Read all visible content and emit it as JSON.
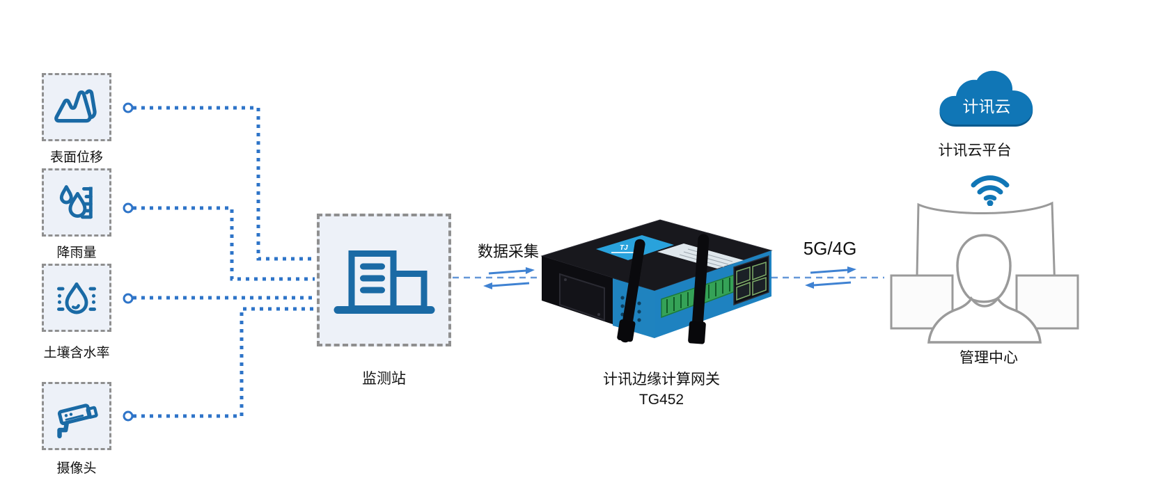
{
  "colors": {
    "icon_blue": "#1a6aa5",
    "connector_blue": "#2e74c8",
    "link_dash_blue": "#6497d8",
    "link_arrow_blue": "#3f82d2",
    "cloud_blue": "#1076b6",
    "outline_gray": "#9a9a9a",
    "card_fill": "#edf1f8",
    "card_border": "#8f8f8f",
    "text": "#111111"
  },
  "sensors": [
    {
      "label": "表面位移",
      "icon": "mountain-icon"
    },
    {
      "label": "降雨量",
      "icon": "raindrops-gauge-icon"
    },
    {
      "label": "土壤含水率",
      "icon": "soil-moisture-icon"
    },
    {
      "label": "摄像头",
      "icon": "cctv-camera-icon"
    }
  ],
  "station": {
    "label": "监测站",
    "icon": "building-icon"
  },
  "link_collect": {
    "label": "数据采集"
  },
  "gateway": {
    "title": "计讯边缘计算网关",
    "model": "TG452",
    "icon": "edge-gateway-device"
  },
  "link_wan": {
    "label": "5G/4G"
  },
  "cloud": {
    "badge": "计讯云",
    "platform": "计讯云平台",
    "icon": "cloud-icon"
  },
  "management": {
    "label": "管理中心",
    "icon": "operator-workstation-icon"
  }
}
